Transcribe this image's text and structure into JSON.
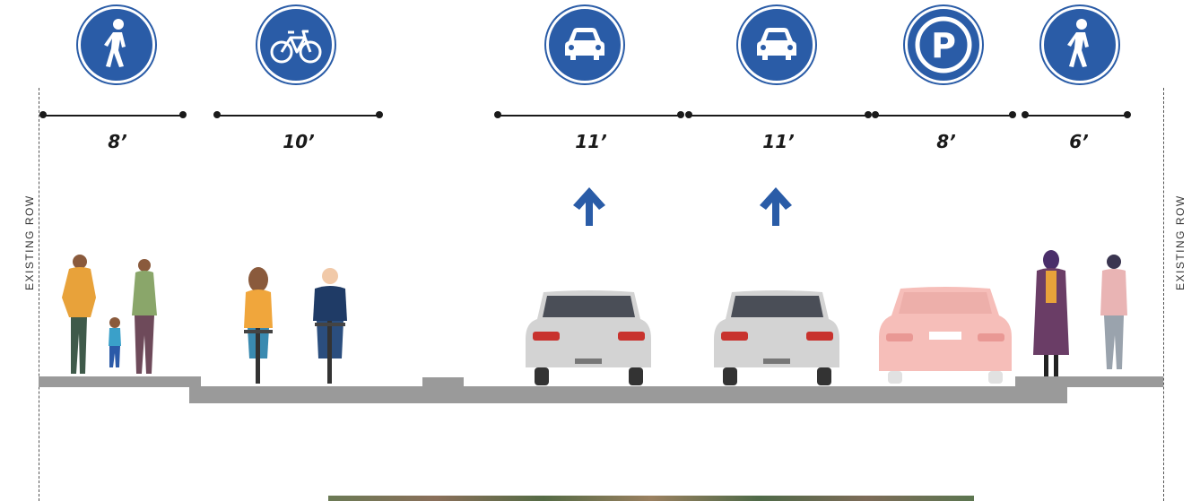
{
  "signs": [
    {
      "icon": "pedestrian-icon"
    },
    {
      "icon": "bicycle-icon"
    },
    {
      "icon": "car-icon"
    },
    {
      "icon": "car-icon"
    },
    {
      "icon": "parking-icon",
      "letter": "P"
    },
    {
      "icon": "pedestrian-icon"
    }
  ],
  "dimensions": [
    {
      "label": "8’"
    },
    {
      "label": "10’"
    },
    {
      "label": "11’"
    },
    {
      "label": "11’"
    },
    {
      "label": "8’"
    },
    {
      "label": "6’"
    }
  ],
  "row_label_left": "EXISTING ROW",
  "row_label_right": "EXISTING ROW",
  "travel_arrows": [
    {
      "direction": "up"
    },
    {
      "direction": "up"
    }
  ],
  "colors": {
    "sign_blue": "#2a5ca7",
    "arrow_blue": "#2a5ca7",
    "pavement_gray": "#9a9a9a",
    "car_silver": "#d3d3d3",
    "parked_car": "#f5b3ad"
  }
}
